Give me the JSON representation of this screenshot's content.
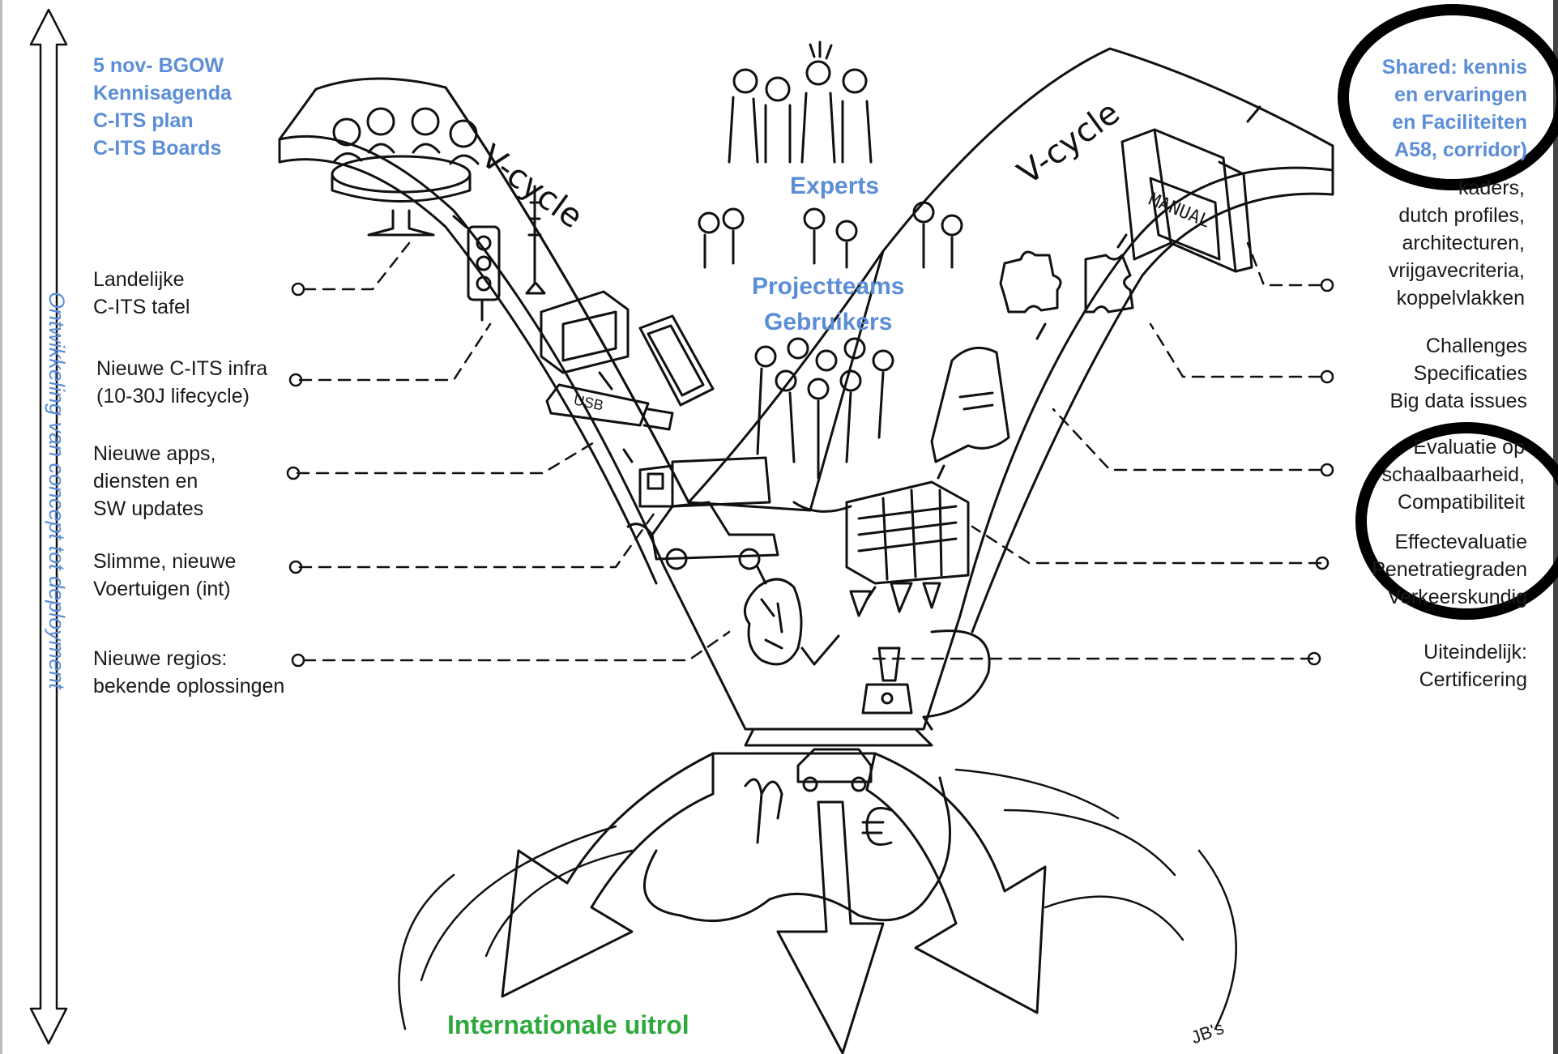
{
  "left_blue": [
    "5 nov- BGOW",
    "Kennisagenda",
    "C-ITS plan",
    "C-ITS Boards"
  ],
  "vertical_label": "Ontwikkeling van concept tot deployment",
  "vcycle_label": "V-cycle",
  "experts": "Experts",
  "projectteams": [
    "Projectteams",
    "Gebruikers"
  ],
  "left_items": [
    [
      "Landelijke",
      "C-ITS tafel"
    ],
    [
      "Nieuwe C-ITS infra",
      "(10-30J lifecycle)"
    ],
    [
      "Nieuwe apps,",
      "diensten en",
      "SW updates"
    ],
    [
      "Slimme, nieuwe",
      "Voertuigen (int)"
    ],
    [
      "Nieuwe regios:",
      "bekende oplossingen"
    ]
  ],
  "right_blue": [
    "Shared: kennis",
    "en ervaringen",
    "en Faciliteiten",
    "A58, corridor)"
  ],
  "right_items": [
    [
      "kaders,",
      "dutch profiles,",
      "architecturen,",
      "vrijgavecriteria,",
      "koppelvlakken"
    ],
    [
      "Challenges",
      "Specificaties",
      "Big data issues"
    ],
    [
      "Evaluatie op",
      "schaalbaarheid,",
      "Compatibiliteit"
    ],
    [
      "Effectevaluatie",
      "Penetratiegraden",
      "Verkeerskundig"
    ],
    [
      "Uiteindelijk:",
      "Certificering"
    ]
  ],
  "bottom_green": "Internationale uitrol",
  "signature": "JB's",
  "icon_labels": {
    "usb": "USB",
    "manual": "MANUAL"
  }
}
